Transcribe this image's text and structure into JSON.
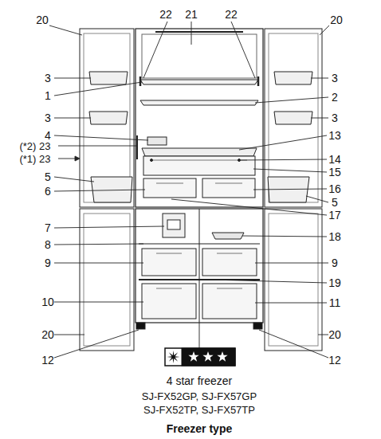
{
  "diagram": {
    "caption": "Freezer type",
    "labels": [
      "20",
      "22",
      "21",
      "22",
      "20",
      "3",
      "3",
      "1",
      "2",
      "3",
      "3",
      "4",
      "13",
      "(*2) 23",
      "(*1) 23",
      "14",
      "5",
      "15",
      "6",
      "16",
      "5",
      "17",
      "7",
      "18",
      "8",
      "9",
      "9",
      "19",
      "10",
      "11",
      "20",
      "20",
      "12",
      "12",
      "4 star freezer",
      "SJ-FX52GP, SJ-FX57GP",
      "SJ-FX52TP, SJ-FX57TP"
    ]
  }
}
